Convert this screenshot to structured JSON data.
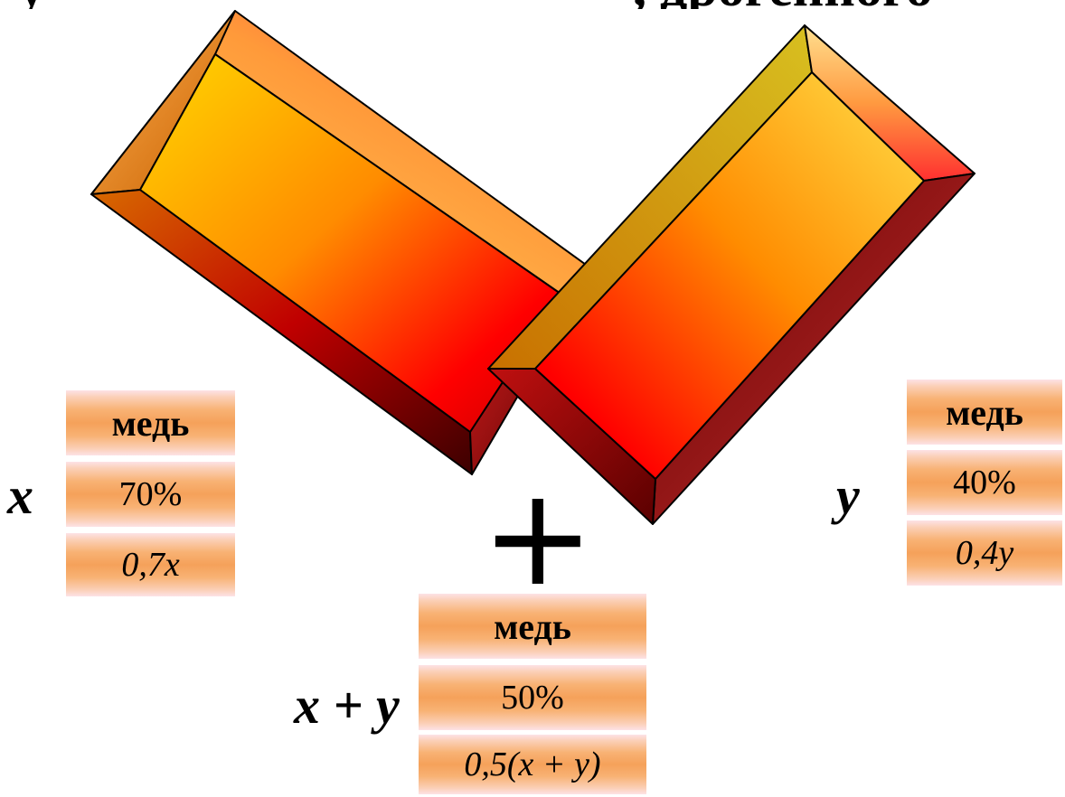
{
  "header": {
    "left_fragment": "y",
    "right_fragment": ", дрогенного"
  },
  "alloys": {
    "first": {
      "variable": "x",
      "metal": "медь",
      "percent": "70%",
      "amount": "0,7x"
    },
    "second": {
      "variable": "y",
      "metal": "медь",
      "percent": "40%",
      "amount": "0,4y"
    },
    "mixture": {
      "variable": "x + y",
      "metal": "медь",
      "percent": "50%",
      "amount": "0,5(x + y)"
    }
  },
  "operator": "+",
  "colors": {
    "ingot_light": "#ffd700",
    "ingot_mid": "#ff8c00",
    "ingot_dark": "#ff0000",
    "ingot_deep": "#5a0000",
    "cell_band": "#f5a15a"
  }
}
